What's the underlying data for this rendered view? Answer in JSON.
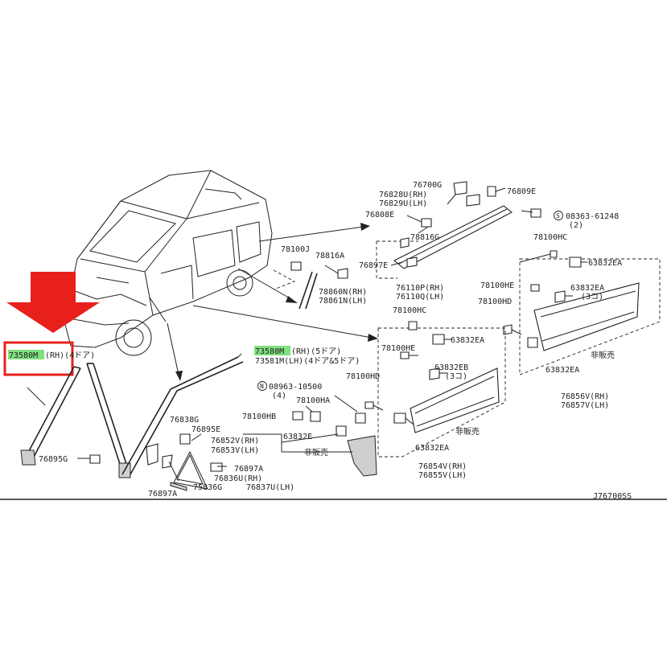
{
  "diagram_code": "J76700SS",
  "callouts": {
    "c73580m_rh_4d": {
      "part": "73580M",
      "suffix": "(RH)(4ドア)"
    },
    "c73580m_rh_5d": {
      "part": "73580M",
      "suffix": "(RH)(5ドア)"
    },
    "c73581m": "73581M(LH)(4ドア&5ドア)",
    "c76895g": "76895G",
    "c76838g": "76838G",
    "c76895e": "76895E",
    "c78100hb": "78100HB",
    "c78100ha": "78100HA",
    "c08963": "08963-10500",
    "c08963_qty": "(4)",
    "c76852v": "76852V(RH)",
    "c76853v": "76853V(LH)",
    "c63832e": "63832E",
    "c hanbaisho1": "非販売",
    "c76897a_1": "76897A",
    "c76897a_2": "76897A",
    "c75836g": "75836G",
    "c76836u": "76836U(RH)",
    "c76837u": "76837U(LH)",
    "c78100j": "78100J",
    "c78816a": "78816A",
    "c78860n": "78860N(RH)",
    "c78861n": "78861N(LH)",
    "c76700g": "76700G",
    "c76828u": "76828U(RH)",
    "c76829u": "76829U(LH)",
    "c76809e": "76809E",
    "c76808e": "76808E",
    "c08363": "08363-61248",
    "c08363_qty": "(2)",
    "c78816g": "78816G",
    "c76897e": "76897E",
    "c76110p": "76110P(RH)",
    "c76110q": "76110Q(LH)",
    "c78100hc_1": "78100HC",
    "c78100hc_2": "78100HC",
    "c63832ea_1": "63832EA",
    "c63832ea_2": "63832EA",
    "c63832ea_3": "63832EA",
    "c63832ea_4": "63832EA",
    "c63832ea_5": "63832EA",
    "c78100he_1": "78100HE",
    "c78100he_2": "78100HE",
    "c78100hd_1": "78100HD",
    "c78100hd_2": "78100HD",
    "c3ko_1": "(3コ)",
    "c3ko_2": "(3コ)",
    "c63832eb": "63832EB",
    "c hanbaisho2": "非販売",
    "c hanbaisho3": "非販売",
    "c76856v": "76856V(RH)",
    "c76857v": "76857V(LH)",
    "c76854v": "76854V(RH)",
    "c76855v": "76855V(LH)",
    "sym_n": "N",
    "sym_s": "S"
  },
  "colors": {
    "highlight": "#7fe07f",
    "marker_red": "#e8201c",
    "line": "#222222"
  }
}
